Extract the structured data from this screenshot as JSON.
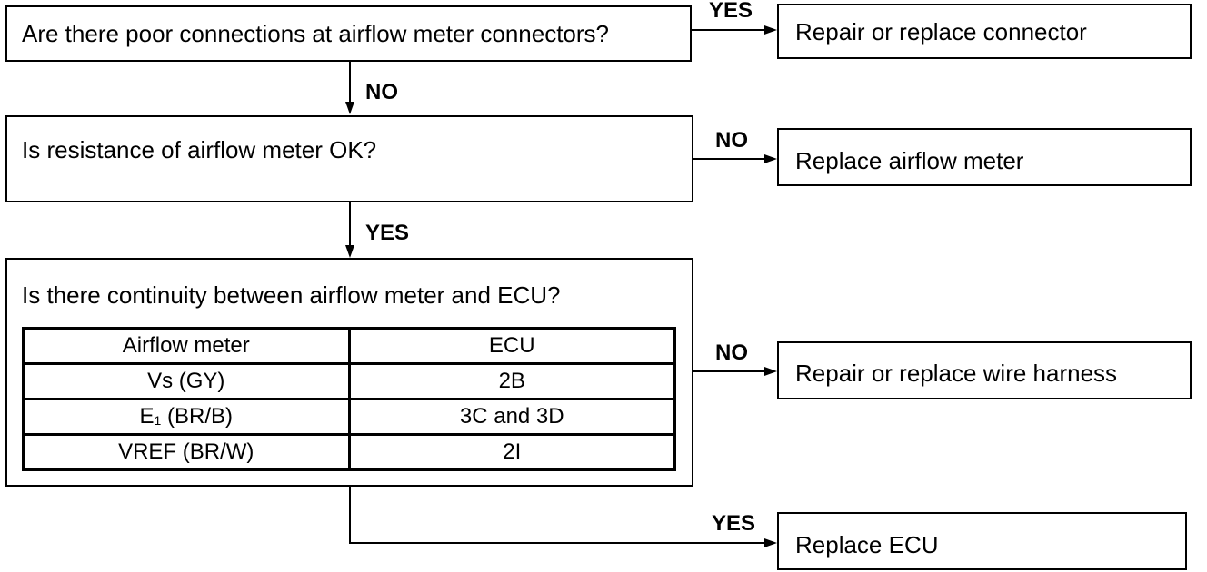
{
  "questions": {
    "q1": "Are there poor connections at airflow meter connectors?",
    "q2": "Is resistance of airflow meter OK?",
    "q3": "Is there continuity between airflow meter and ECU?"
  },
  "actions": {
    "a1": "Repair or replace connector",
    "a2": "Replace airflow meter",
    "a3": "Repair or replace wire harness",
    "a4": "Replace ECU"
  },
  "labels": {
    "q1_right": "YES",
    "q1_down": "NO",
    "q2_right": "NO",
    "q2_down": "YES",
    "q3_right": "NO",
    "q3_bottom": "YES"
  },
  "table": {
    "headers": [
      "Airflow meter",
      "ECU"
    ],
    "rows": [
      {
        "meter": "Vs (GY)",
        "ecu": "2B"
      },
      {
        "meter_main": "E",
        "meter_sub": "1",
        "meter_rest": " (BR/B)",
        "ecu": "3C and 3D"
      },
      {
        "meter": "VREF (BR/W)",
        "ecu": "2I"
      }
    ]
  }
}
